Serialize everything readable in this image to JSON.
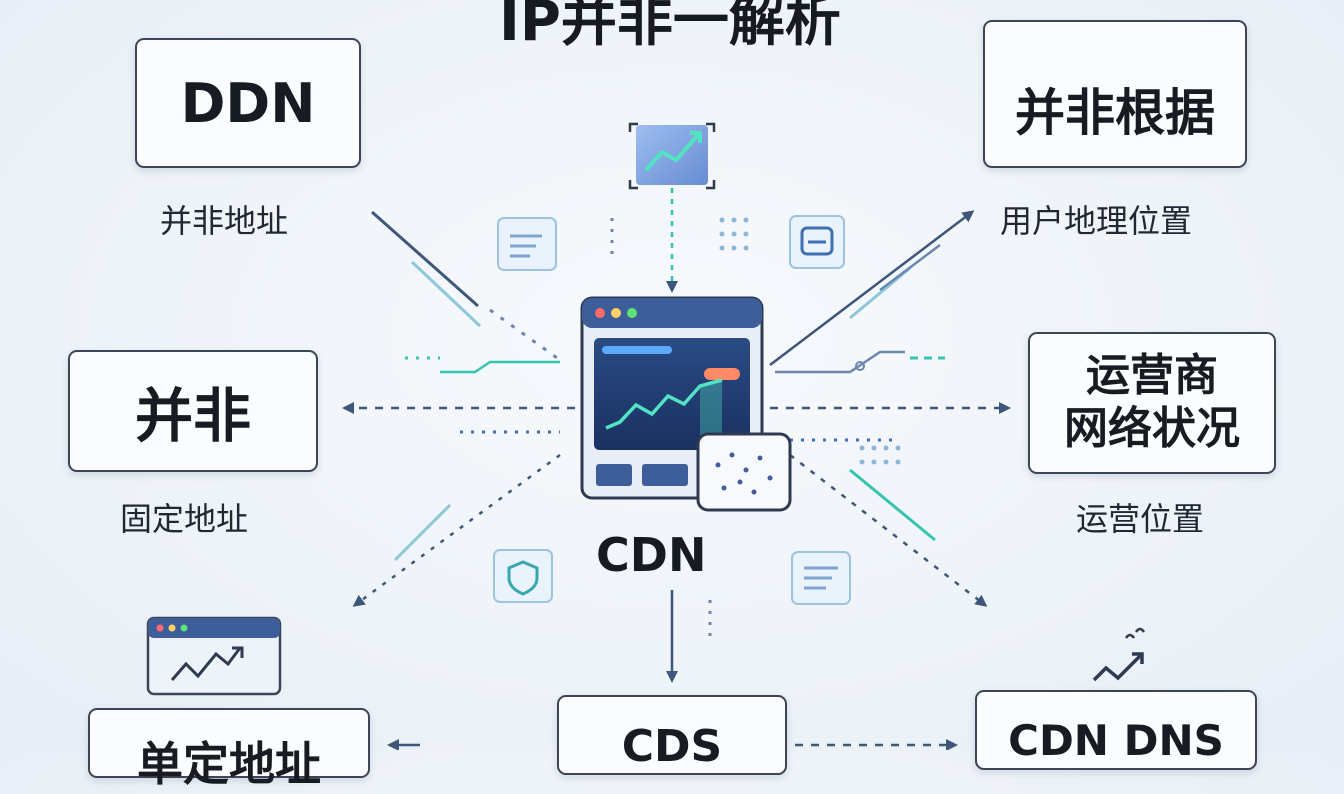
{
  "title": "IP并非一解析",
  "center": {
    "label": "CDN"
  },
  "nodes": {
    "top_left": {
      "box": "DDN",
      "caption": "并非地址"
    },
    "mid_left": {
      "box": "并非",
      "caption": "固定地址"
    },
    "bottom_left": {
      "box": "单定地址"
    },
    "top_right": {
      "box": "并非根据",
      "caption": "用户地理位置"
    },
    "mid_right": {
      "box_line1": "运营商",
      "box_line2": "网络状况",
      "caption": "运营位置"
    },
    "bottom_center": {
      "box": "CDS"
    },
    "bottom_right": {
      "box": "CDN DNS"
    }
  },
  "colors": {
    "accent": "#3f6fb0",
    "teal": "#36c4b0",
    "dark": "#3d4656",
    "chart_line": "#52e3c2"
  }
}
